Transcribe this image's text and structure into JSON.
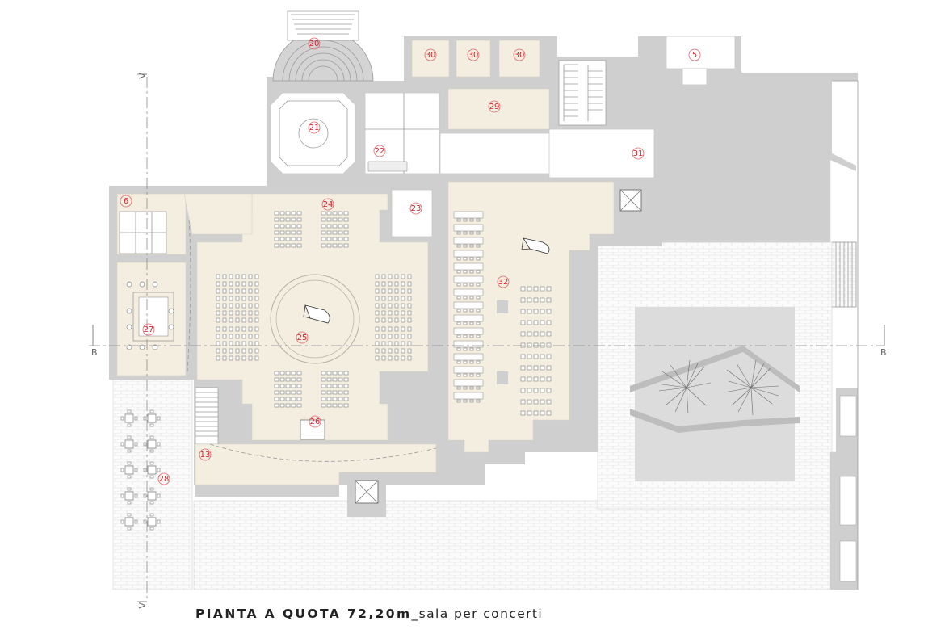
{
  "caption": {
    "title": "PIANTA A QUOTA 72,20m",
    "subtitle": "_sala per concerti"
  },
  "section_marks": {
    "a_top": "A",
    "a_bottom": "A",
    "b_left": "B",
    "b_right": "B"
  },
  "room_labels": [
    "20",
    "30",
    "30",
    "30",
    "5",
    "29",
    "21",
    "22",
    "31",
    "6",
    "24",
    "23",
    "32",
    "27",
    "25",
    "26",
    "13",
    "28"
  ],
  "colors": {
    "room_fill": "#f3eee0",
    "wall": "#cfcfcf",
    "label": "#d9232e"
  }
}
